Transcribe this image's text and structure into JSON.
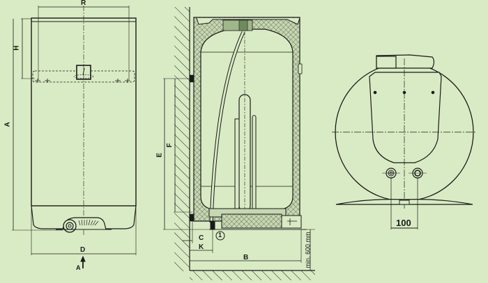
{
  "diagram": {
    "subject": "Wall-mounted electric water heater dimension drawing",
    "colors": {
      "background": "#d9ebc4",
      "line": "#1a1a1a",
      "insulation": "#b9caa3"
    },
    "front_view": {
      "labels": {
        "R": "R",
        "H": "H",
        "A": "A",
        "D": "D",
        "view_arrow": "A"
      }
    },
    "side_section": {
      "labels": {
        "E": "E",
        "F": "F",
        "C": "C",
        "K": "K",
        "B": "B",
        "min_clearance": "min. 600 mm",
        "callout_1": "1"
      }
    },
    "bottom_view": {
      "labels": {
        "pipe_spacing": "100"
      }
    }
  }
}
